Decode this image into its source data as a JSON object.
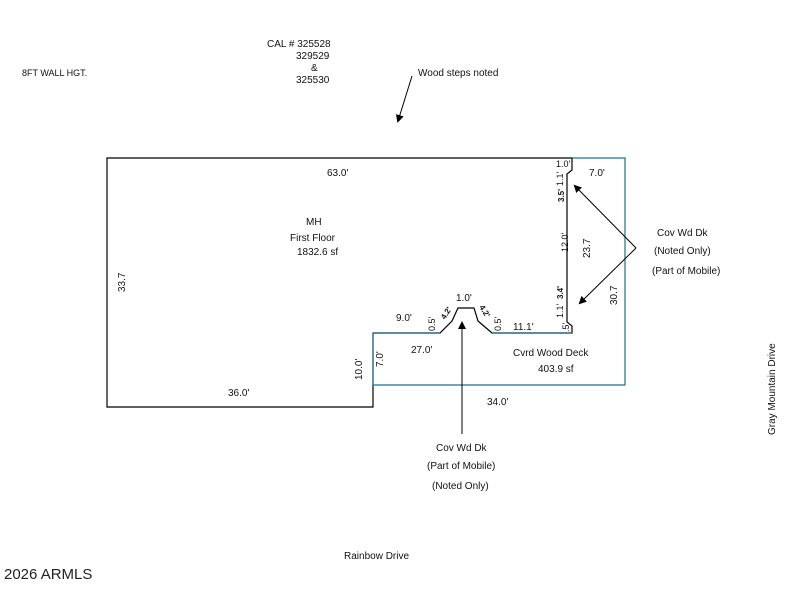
{
  "header": {
    "cal_line1": "CAL # 325528",
    "cal_line2": "329529",
    "cal_line3": "&",
    "cal_line4": "325530",
    "wall_height": "8FT WALL HGT.",
    "wood_steps": "Wood steps noted"
  },
  "main_structure": {
    "name": "MH",
    "floor": "First Floor",
    "area": "1832.6 sf",
    "dim_top": "63.0'",
    "dim_left": "33.7",
    "dim_bottom": "36.0'",
    "dim_step": "10.0'",
    "dim_left_segment": "9.0'",
    "dim_right_segment": "11.1'",
    "dim_bay_top": "1.0'",
    "dim_bay_left": "4.2'",
    "dim_bay_right": "4.2'",
    "dim_bay_small_left": "0.5'",
    "dim_bay_small_right": "0.5'",
    "dim_notch_top": "1.0'",
    "dim_notch_a": "1.1'",
    "dim_notch_b": "3.5'",
    "dim_notch_mid": "12.0'",
    "dim_notch_c": "3.4'",
    "dim_notch_d": "1.1'",
    "dim_notch_bottom": ".5'"
  },
  "deck": {
    "name": "Cvrd Wood Deck",
    "area": "403.9 sf",
    "dim_top": "27.0'",
    "dim_left": "7.0'",
    "dim_bottom": "34.0'",
    "dim_right_top": "7.0'",
    "dim_right_mid": "23.7",
    "dim_right": "30.7"
  },
  "callout_right": {
    "line1": "Cov Wd Dk",
    "line2": "(Noted Only)",
    "line3": "(Part of Mobile)"
  },
  "callout_bottom": {
    "line1": "Cov Wd Dk",
    "line2": "(Part of Mobile)",
    "line3": "(Noted Only)"
  },
  "streets": {
    "south": "Rainbow Drive",
    "east": "Gray Mountain Drive"
  },
  "footer": {
    "copyright": "2026 ARMLS"
  },
  "colors": {
    "outline": "#000000",
    "deck_outline": "#1f6f8b"
  }
}
